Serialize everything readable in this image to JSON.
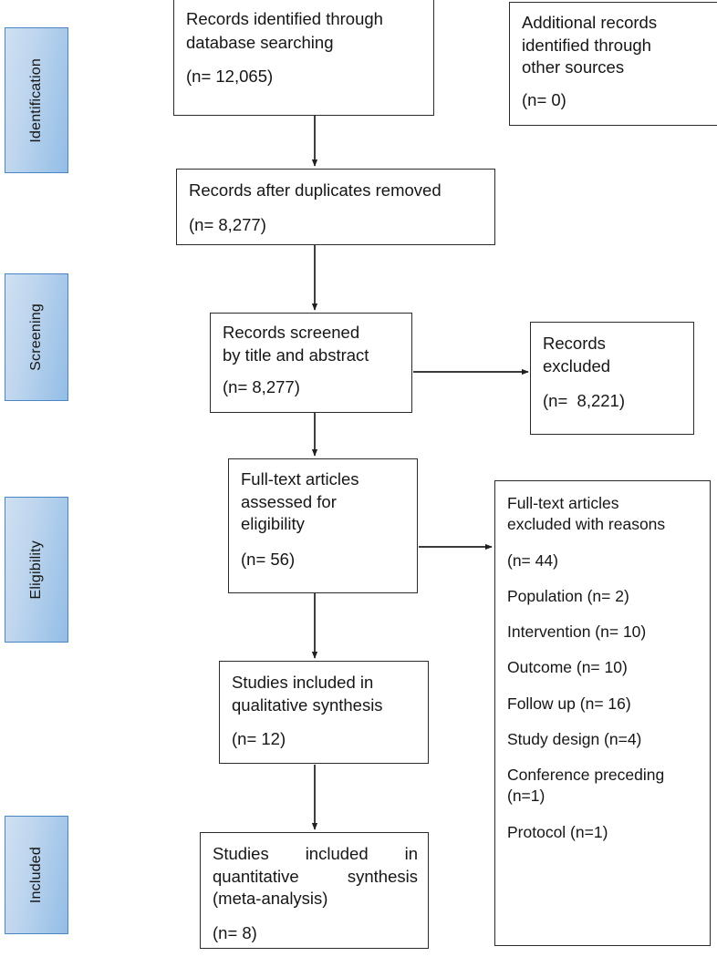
{
  "diagram": {
    "title": "PRISMA flow diagram",
    "accent_blue": "#93bde6",
    "accent_border": "#4a85c4",
    "box_border": "#2b2b2b",
    "background": "#ffffff"
  },
  "stages": [
    {
      "id": "identification",
      "label": "Identification"
    },
    {
      "id": "screening",
      "label": "Screening"
    },
    {
      "id": "eligibility",
      "label": "Eligibility"
    },
    {
      "id": "included",
      "label": "Included"
    }
  ],
  "nodes": {
    "records_identified": {
      "line1": "Records identified through",
      "line2": "database searching",
      "count": "(n= 12,065)"
    },
    "additional_records": {
      "line1": "Additional records",
      "line2": "identified through",
      "line3": "other sources",
      "count": "(n= 0)"
    },
    "duplicates_removed": {
      "line1": "Records after duplicates removed",
      "count": "(n= 8,277)"
    },
    "records_screened": {
      "line1": "Records screened",
      "line2": "by title and abstract",
      "count": "(n= 8,277)"
    },
    "records_excluded": {
      "line1": "Records",
      "line2": "excluded",
      "count": "(n=  8,221)"
    },
    "fulltext_assessed": {
      "line1": "Full-text articles",
      "line2": "assessed for",
      "line3": "eligibility",
      "count": "(n= 56)"
    },
    "fulltext_excluded": {
      "line1": "Full-text articles",
      "line2": "excluded with reasons",
      "count": "(n= 44)",
      "reasons": [
        "Population (n= 2)",
        "Intervention (n= 10)",
        "Outcome (n= 10)",
        "Follow up (n= 16)",
        "Study design (n=4)"
      ],
      "reason_conference_line1": "Conference preceding",
      "reason_conference_line2": "(n=1)",
      "reason_protocol": "Protocol (n=1)"
    },
    "qualitative_synthesis": {
      "line1": "Studies included in",
      "line2": "qualitative synthesis",
      "count": "(n= 12)"
    },
    "quantitative_synthesis": {
      "line1": "Studies included in",
      "line2": "quantitative synthesis",
      "line3": "(meta-analysis)",
      "count": "(n= 8)"
    }
  }
}
